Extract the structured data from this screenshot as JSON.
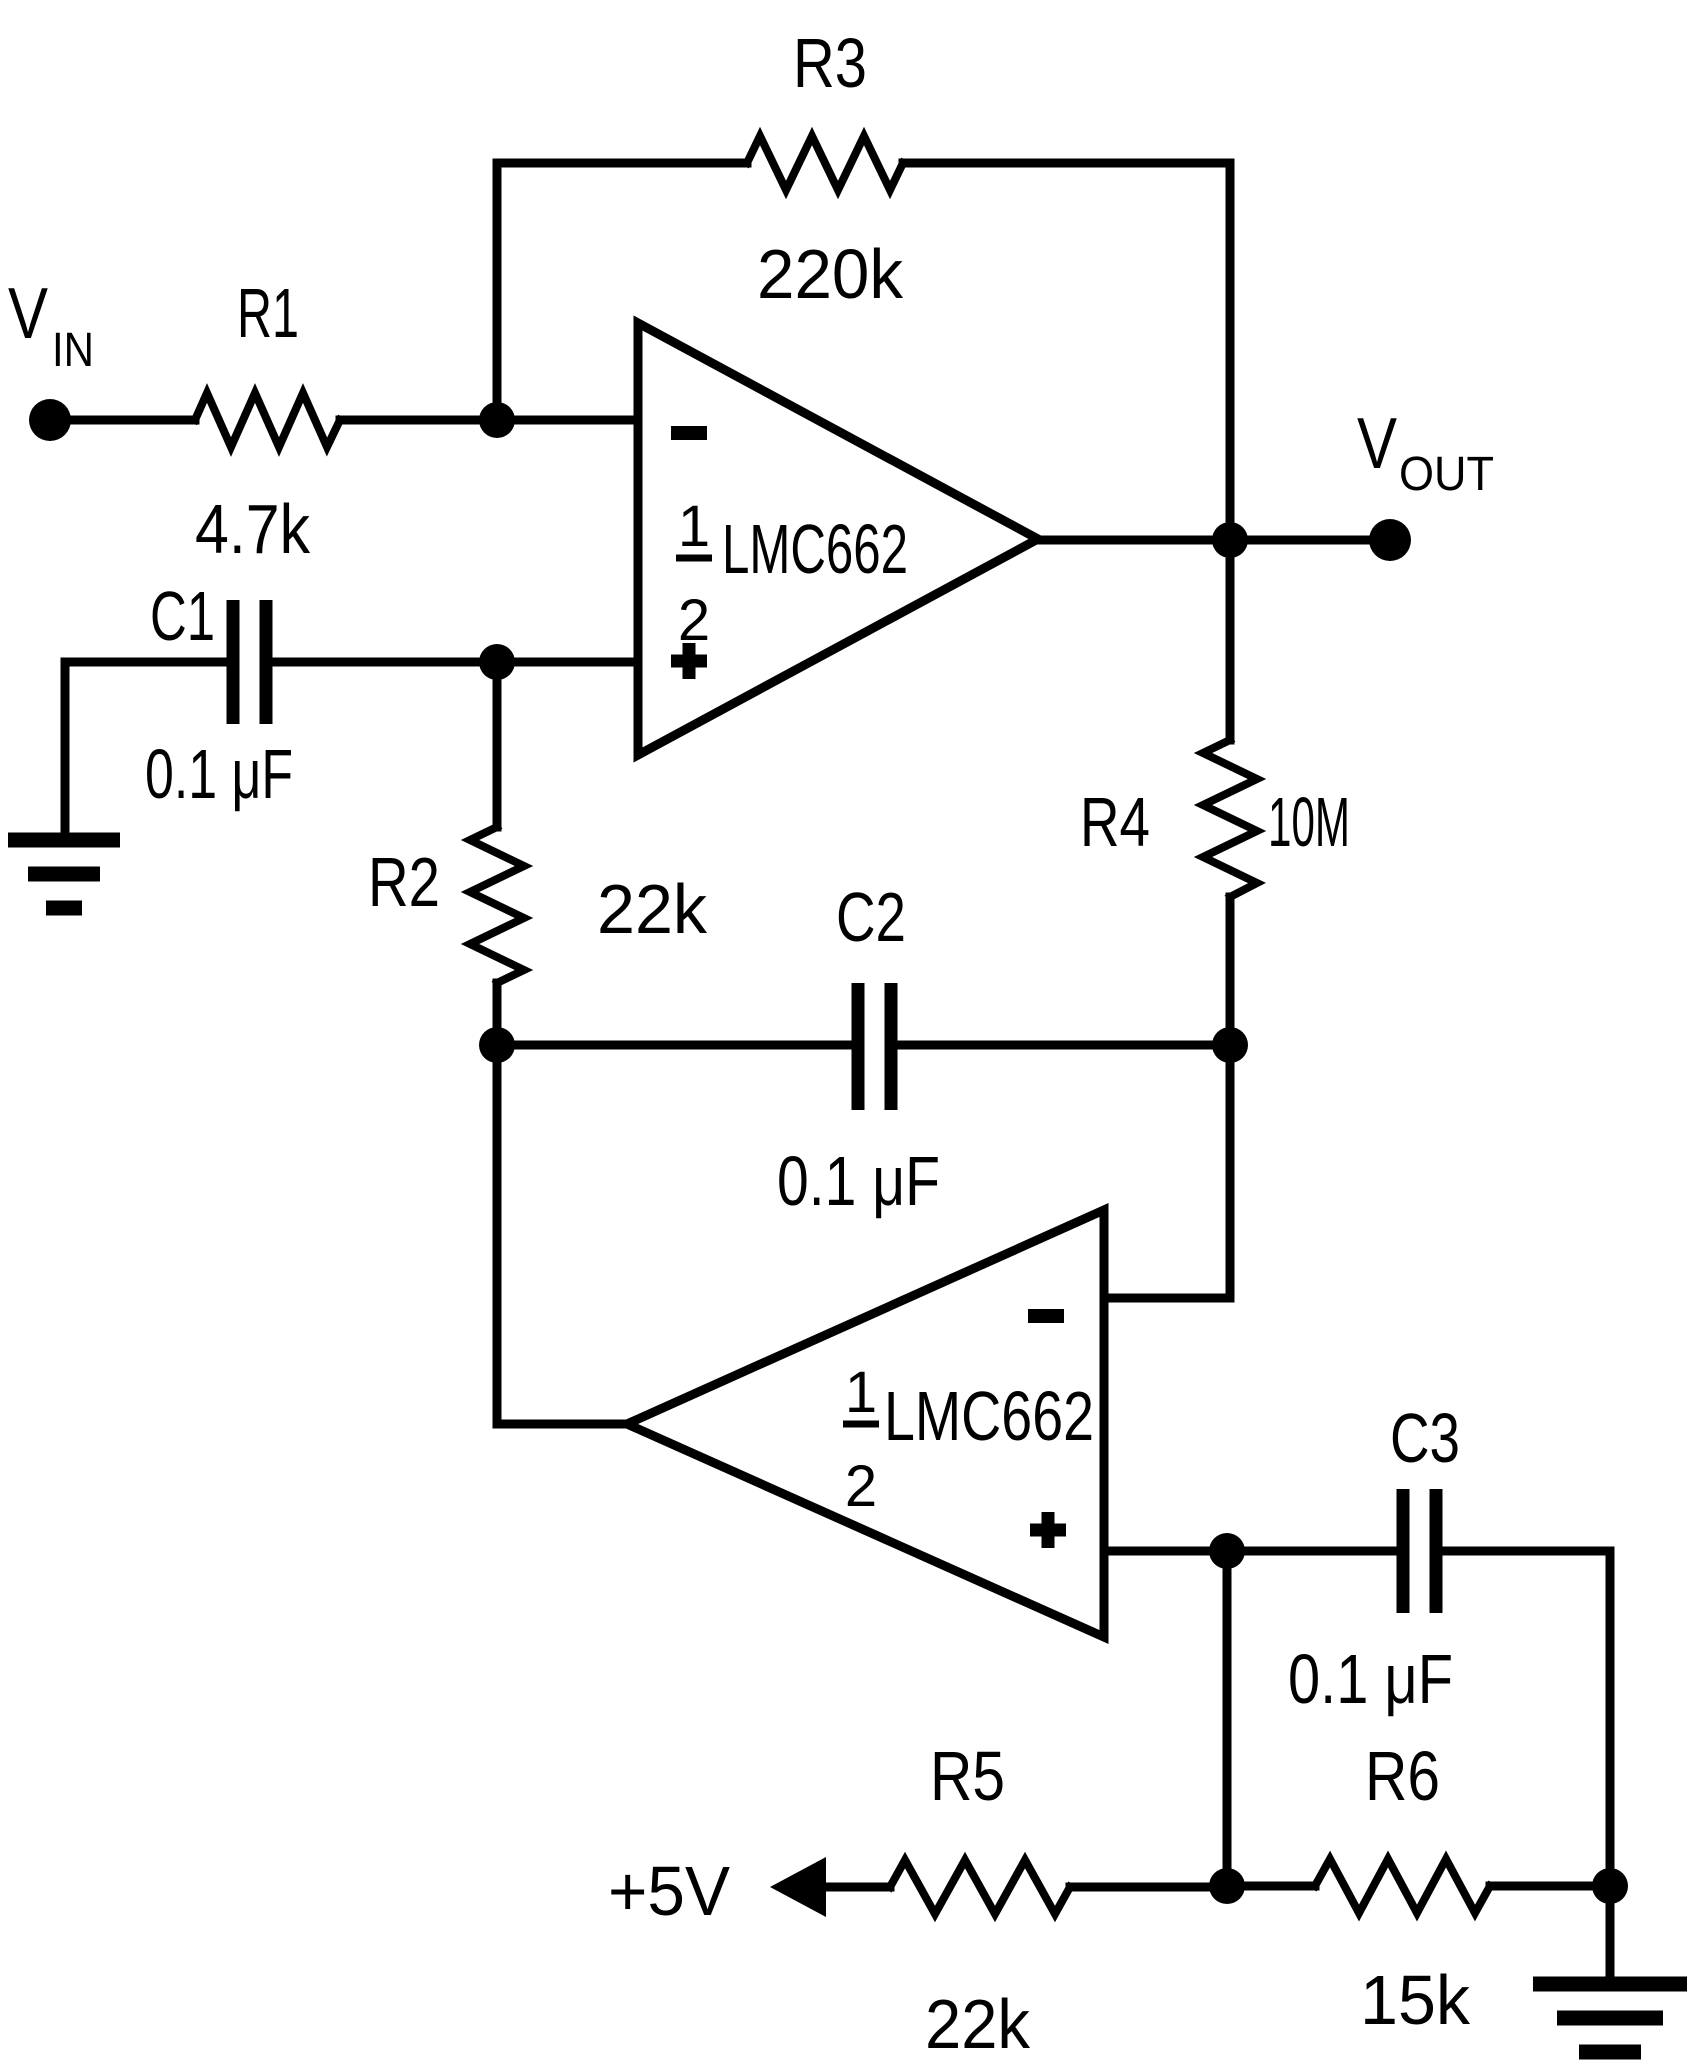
{
  "schematic": {
    "input_terminal": {
      "symbol": "V",
      "subscript": "IN"
    },
    "output_terminal": {
      "symbol": "V",
      "subscript": "OUT"
    },
    "supply": {
      "label": "+5V"
    },
    "resistors": [
      {
        "ref": "R1",
        "value": "4.7k"
      },
      {
        "ref": "R2",
        "value": "22k"
      },
      {
        "ref": "R3",
        "value": "220k"
      },
      {
        "ref": "R4",
        "value": "10M"
      },
      {
        "ref": "R5",
        "value": "22k"
      },
      {
        "ref": "R6",
        "value": "15k"
      }
    ],
    "capacitors": [
      {
        "ref": "C1",
        "value": "0.1 μF"
      },
      {
        "ref": "C2",
        "value": "0.1 μF"
      },
      {
        "ref": "C3",
        "value": "0.1 μF"
      }
    ],
    "opamps": [
      {
        "fraction_numerator": "1",
        "fraction_denominator": "2",
        "part": "LMC662"
      },
      {
        "fraction_numerator": "1",
        "fraction_denominator": "2",
        "part": "LMC662"
      }
    ],
    "icons": {
      "inverting_input": "−",
      "noninverting_input": "+",
      "ground": "earth-ground-bars",
      "supply_arrow": "left-arrow"
    },
    "colors": {
      "ink": "#000000",
      "background": "#ffffff"
    }
  }
}
